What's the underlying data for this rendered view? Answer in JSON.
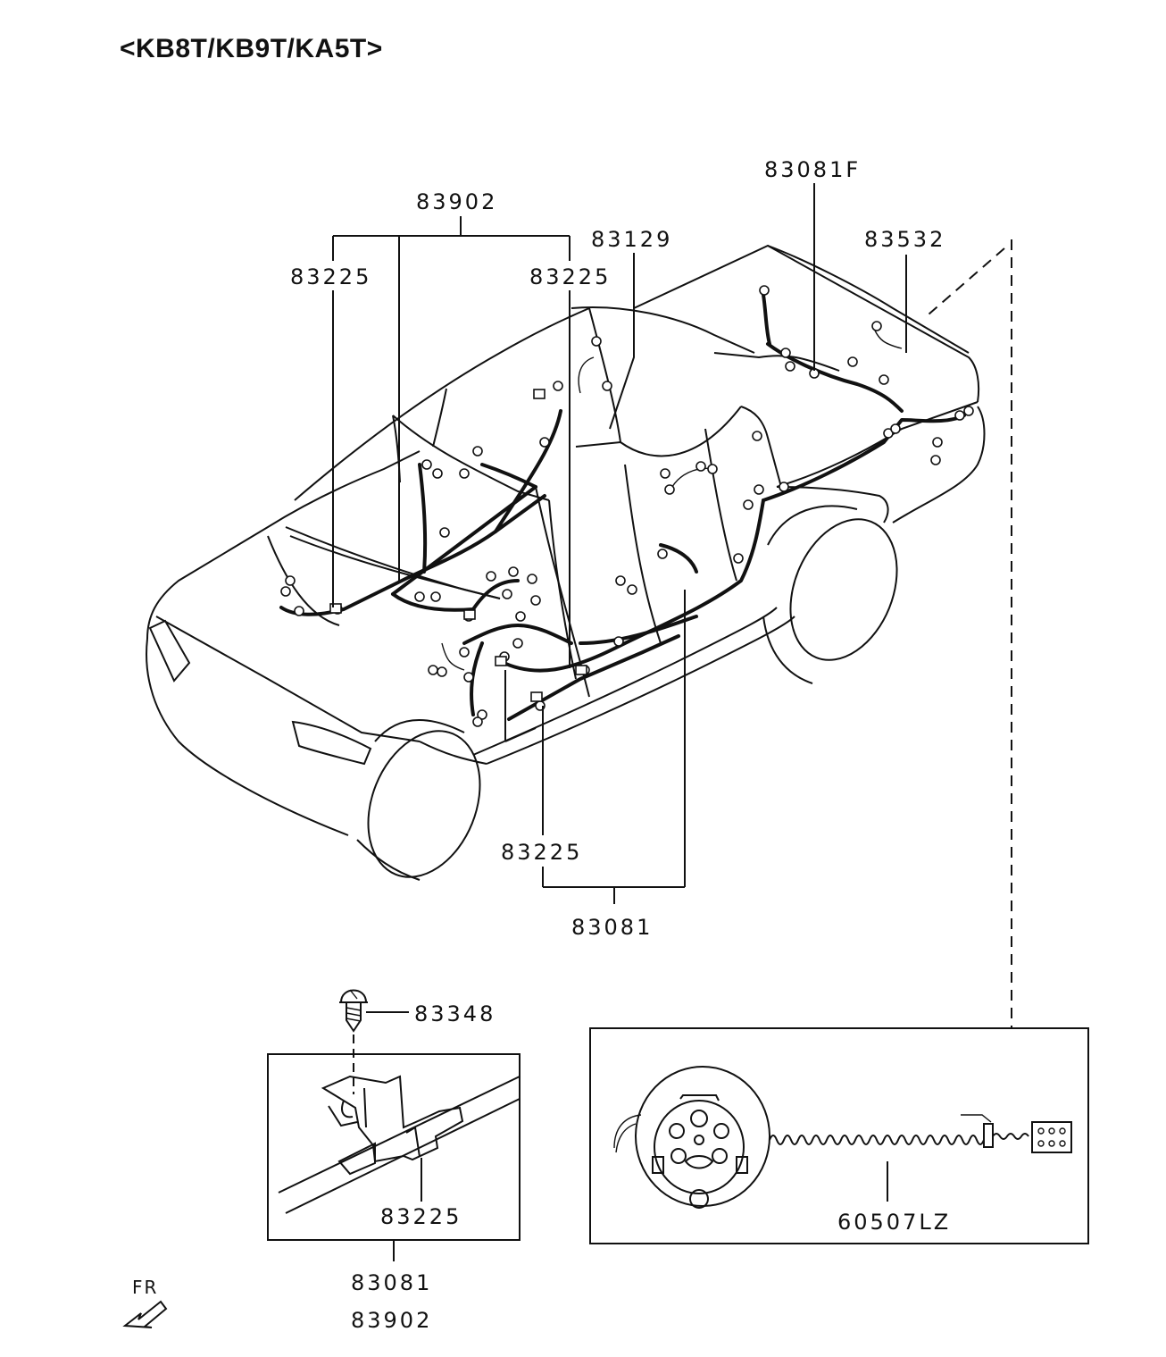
{
  "title": "<KB8T/KB9T/KA5T>",
  "callouts": {
    "c83902_top": "83902",
    "c83225_left": "83225",
    "c83225_center": "83225",
    "c83129": "83129",
    "c83081F": "83081F",
    "c83532": "83532",
    "c83225_lower": "83225",
    "c83081_mid": "83081",
    "c83348": "83348",
    "c83225_detail": "83225",
    "c83081_bottom": "83081",
    "c83902_bottom": "83902",
    "c60507LZ": "60507LZ"
  },
  "front_indicator": {
    "label": "FR",
    "icon": "front-arrow-icon"
  }
}
